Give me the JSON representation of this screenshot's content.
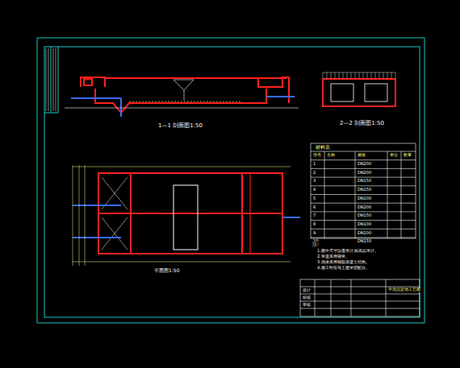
{
  "diagram": {
    "labels": [
      "1—1 剖面图1:50",
      "2—2 剖面图1:50",
      "平面图1:50",
      "材料表",
      "序号",
      "名称",
      "规格",
      "单位",
      "数量",
      "1",
      "2",
      "3",
      "4",
      "5",
      "6",
      "7",
      "8",
      "9",
      "10",
      "DN200",
      "DN200",
      "DN150",
      "DN150",
      "DN100",
      "DN200",
      "DN150",
      "DN100",
      "DN100",
      "DN150",
      "注:",
      "1.图中尺寸以毫米计,标高以米计。",
      "2.管道采用钢管。",
      "3.池体采用钢筋混凝土结构。",
      "4.施工时应与土建密切配合。",
      "设计",
      "校核",
      "审核",
      "平流沉淀池工艺图"
    ]
  }
}
